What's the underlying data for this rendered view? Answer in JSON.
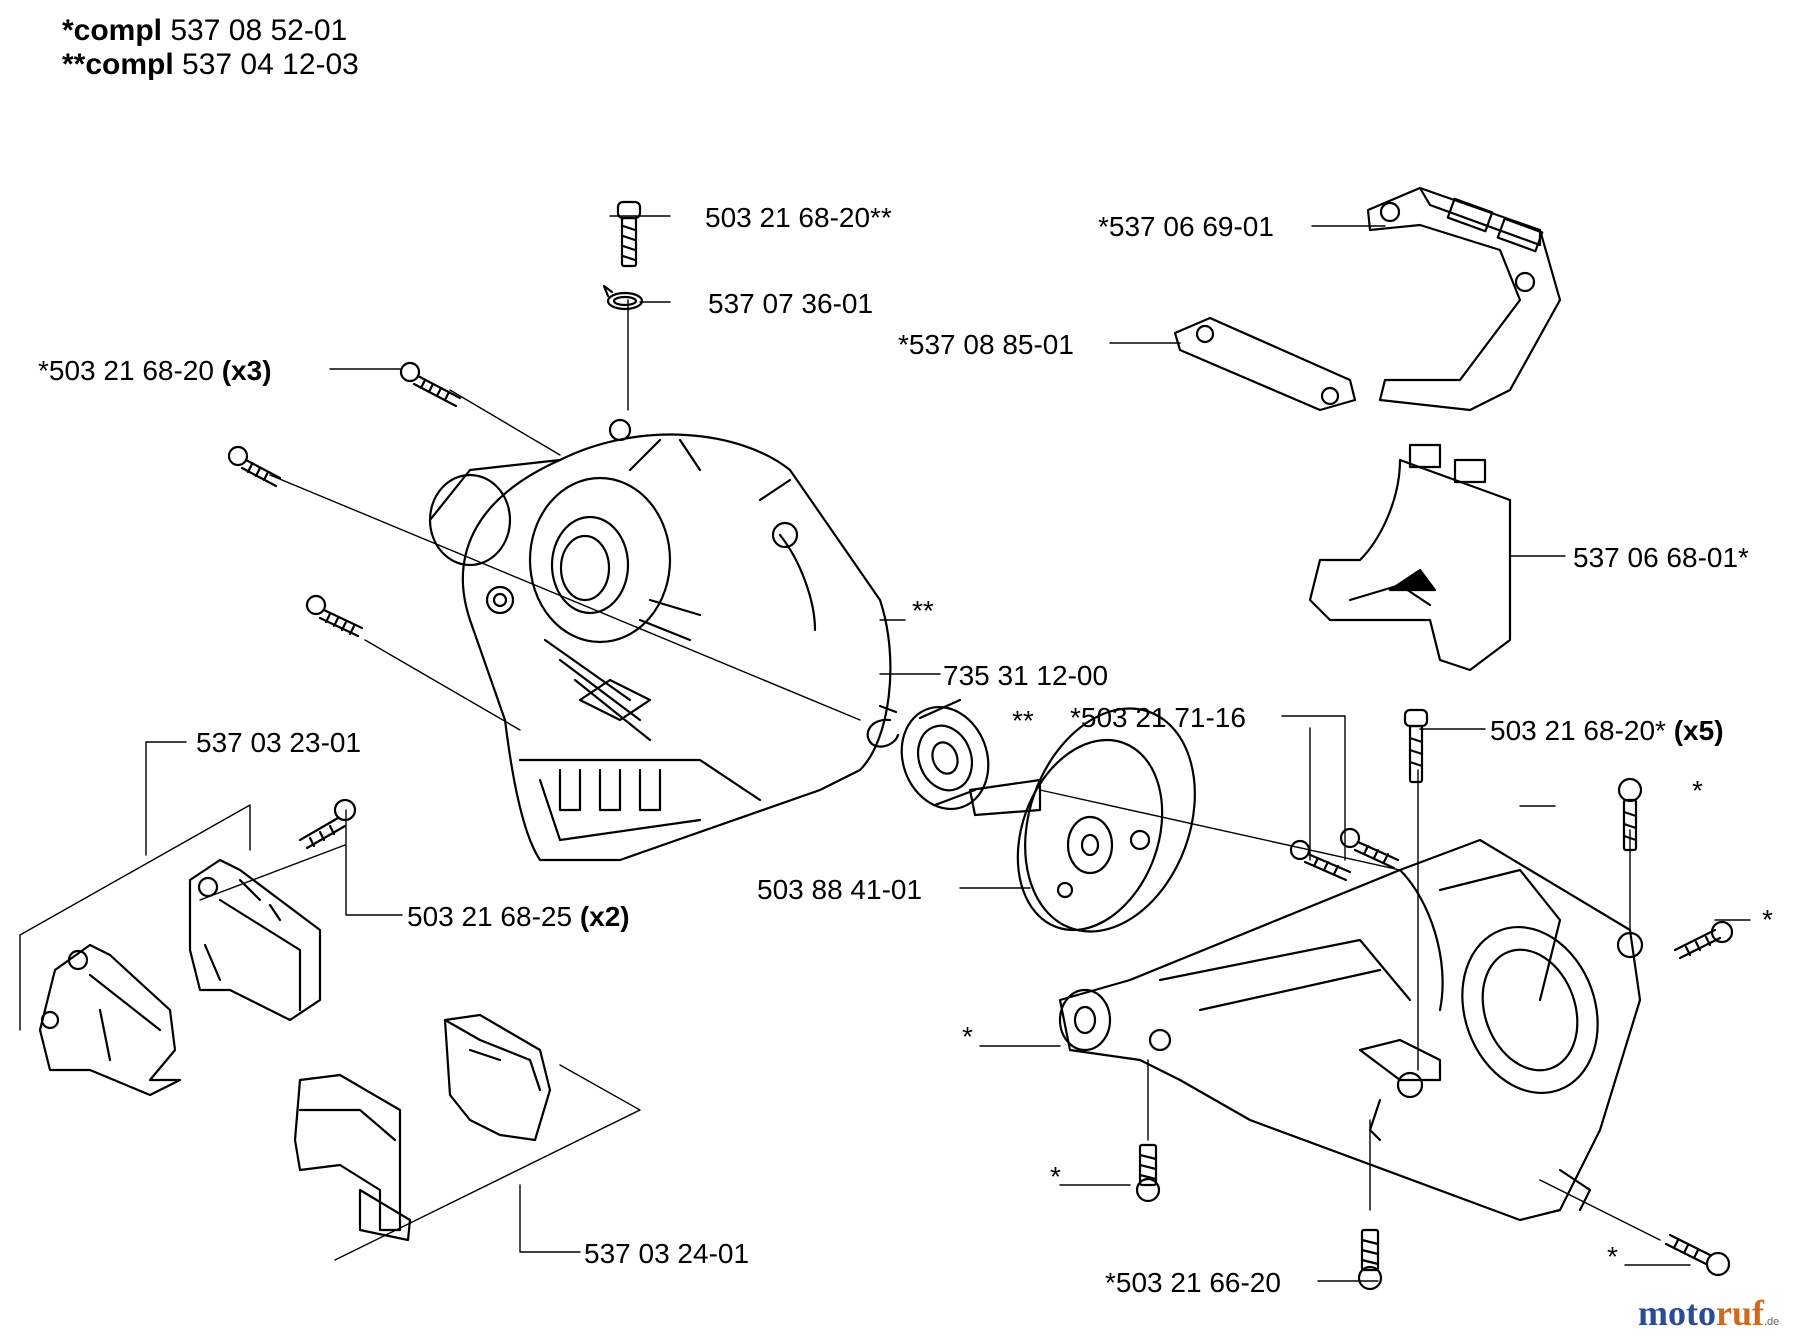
{
  "header": {
    "line1_prefix": "*compl",
    "line1_number": "537 08 52-01",
    "line2_prefix": "**compl",
    "line2_number": "537 04 12-03"
  },
  "callouts": {
    "bolt_top": "503 21 68-20**",
    "clip_top": "537 07 36-01",
    "bolts_x3": "*503 21 68-20",
    "bolts_x3_qty": "(x3)",
    "cover_top_right": "*537 06 69-01",
    "gasket": "*537 08 85-01",
    "lower_cover": "537 06 68-01*",
    "star_star_case": "**",
    "retaining_ring": "735 31 12-00",
    "bearing_mark": "**",
    "bolts_7116": "*503 21 71-16",
    "bolts_x5": "503 21 68-20*",
    "bolts_x5_qty": "(x5)",
    "part_537032301": "537 03 23-01",
    "bolts_x2": "503 21 68-25",
    "bolts_x2_qty": "(x2)",
    "crank_wheel": "503 88 41-01",
    "star_a": "*",
    "star_b": "*",
    "star_c": "*",
    "star_d": "*",
    "star_e": "*",
    "part_537032401": "537 03 24-01",
    "bolt_bottom": "*503 21 66-20"
  },
  "watermark": {
    "part1": "moto",
    "part2": "ruf",
    "part3": "",
    "suffix": ".de"
  }
}
